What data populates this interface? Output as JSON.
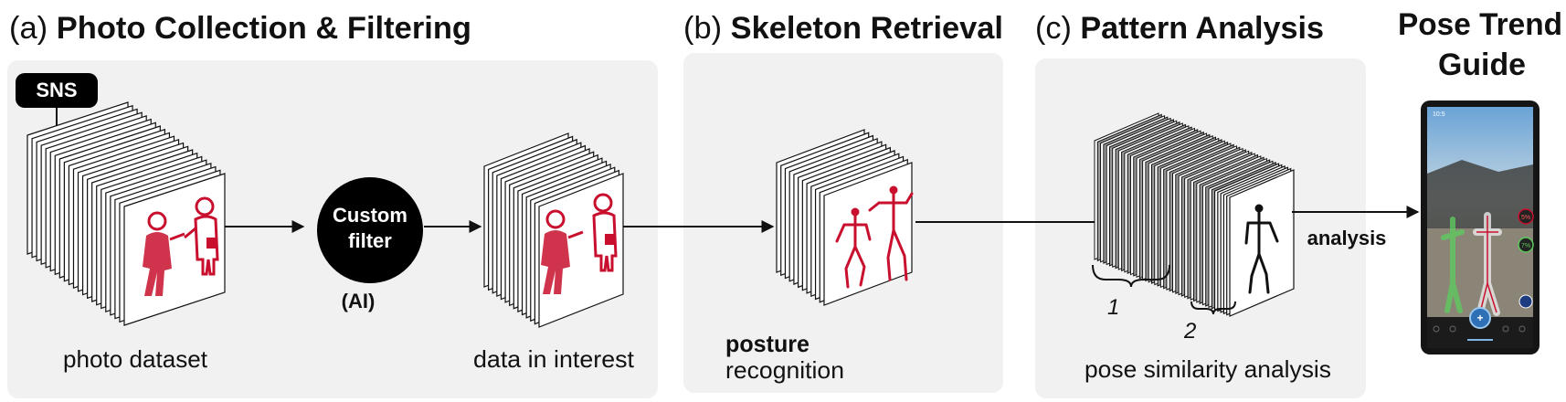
{
  "sections": {
    "a": {
      "prefix": "(a)",
      "title": "Photo Collection & Filtering"
    },
    "b": {
      "prefix": "(b)",
      "title": "Skeleton Retrieval"
    },
    "c": {
      "prefix": "(c)",
      "title": "Pattern Analysis"
    },
    "d": {
      "title_line1": "Pose Trend",
      "title_line2": "Guide"
    }
  },
  "sns_label": "SNS",
  "filter": {
    "line1": "Custom",
    "line2": "filter",
    "caption": "(AI)"
  },
  "captions": {
    "photo_dataset": "photo dataset",
    "data_in_interest": "data in interest",
    "posture_bold": "posture",
    "posture_rest": "recognition",
    "pose_similarity": "pose similarity analysis",
    "analysis": "analysis"
  },
  "cluster_labels": {
    "first": "1",
    "second": "2"
  },
  "phone": {
    "status_time": "10:5",
    "badge_top": "5%",
    "badge_mid": "7%"
  },
  "colors": {
    "panel": "#f1f1f1",
    "ink": "#111111",
    "accent_red": "#c8102e",
    "filter_fill": "#000000",
    "phone_body": "#151515",
    "highlight_green": "#5ec95e"
  }
}
